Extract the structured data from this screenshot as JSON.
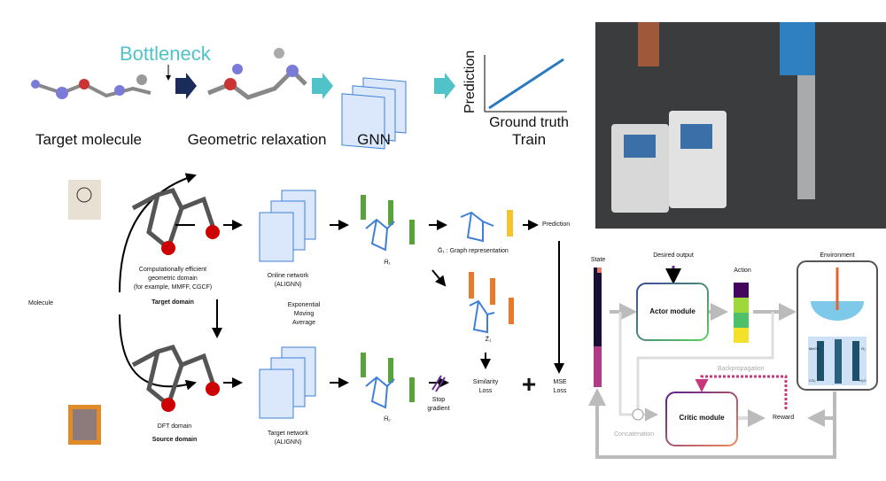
{
  "top": {
    "bottleneck": "Bottleneck",
    "target_molecule": "Target molecule",
    "geometric_relaxation": "Geometric relaxation",
    "gnn": "GNN",
    "prediction_axis": "Prediction",
    "ground_truth_axis": "Ground truth",
    "train": "Train"
  },
  "middle": {
    "molecule": "Molecule",
    "efficient_domain": [
      "Computationally efficient",
      "geometric domain",
      "(for example, MMFF, CGCF)"
    ],
    "target_domain": "Target domain",
    "dft_domain": "DFT domain",
    "source_domain": "Source domain",
    "online_network": [
      "Online network",
      "(ALIGNN)"
    ],
    "target_network": [
      "Target network",
      "(ALIGNN)"
    ],
    "ema": [
      "Exponential",
      "Moving",
      "Average"
    ],
    "h1": "H̄₁",
    "h2": "H̄₂",
    "z1": "Z̄₁",
    "graph_rep": "Ḡ₁ : Graph representation",
    "prediction": "Prediction",
    "stop_gradient": [
      "Stop",
      "gradient"
    ],
    "similarity_loss": [
      "Similarity",
      "Loss"
    ],
    "plus": "+",
    "mse_loss": [
      "MSE",
      "Loss"
    ]
  },
  "rl": {
    "state": "State",
    "desired_output": "Desired output",
    "action": "Action",
    "environment": "Environment",
    "actor": "Actor module",
    "critic": "Critic module",
    "backprop": "Backpropagation",
    "reward": "Reward",
    "concat": "Concatenation",
    "env_labels": [
      "MeOH",
      "O₂",
      "CO₂",
      "H₂O"
    ]
  },
  "colors": {
    "teal": "#4fc3c8",
    "navy": "#1c2c5a",
    "graph_blue": "#3f7fd8",
    "green": "#5aa33c",
    "orange": "#e87a2a",
    "yellow": "#f4c430",
    "purple": "#6a2c91",
    "magenta": "#c8387a",
    "gray": "#bbbbbb"
  }
}
